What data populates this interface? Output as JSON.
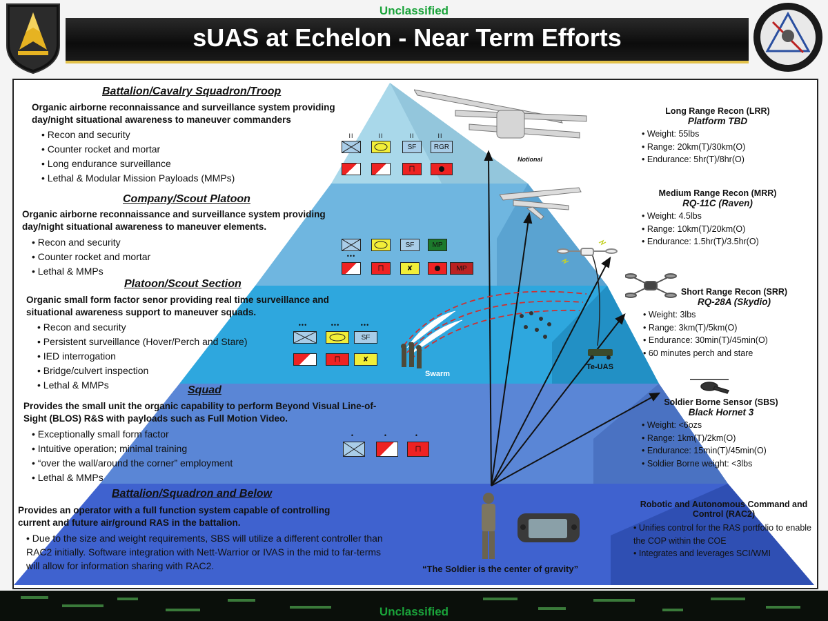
{
  "classification": {
    "top": "Unclassified",
    "bottom": "Unclassified"
  },
  "title": "sUAS at Echelon - Near Term Efforts",
  "tiers": [
    {
      "heading": "Battalion/Cavalry Squadron/Troop",
      "desc": "Organic airborne reconnaissance and surveillance system providing day/night situational awareness to maneuver commanders",
      "bullets": [
        "Recon and security",
        "Counter rocket and mortar",
        "Long endurance surveillance",
        "Lethal & Modular Mission Payloads (MMPs)"
      ]
    },
    {
      "heading": "Company/Scout Platoon",
      "desc": "Organic airborne reconnaissance and surveillance system providing day/night situational awareness to maneuver elements.",
      "bullets": [
        "Recon and security",
        "Counter rocket and mortar",
        "Lethal & MMPs"
      ]
    },
    {
      "heading": "Platoon/Scout Section",
      "desc": "Organic small form factor senor providing real time surveillance and situational awareness support to maneuver squads.",
      "bullets": [
        "Recon and security",
        "Persistent surveillance (Hover/Perch and Stare)",
        "IED interrogation",
        "Bridge/culvert inspection",
        "Lethal & MMPs"
      ]
    },
    {
      "heading": "Squad",
      "desc": "Provides the small unit the organic capability to perform Beyond Visual Line-of-Sight (BLOS) R&S with payloads such as Full Motion Video.",
      "bullets": [
        "Exceptionally small form factor",
        "Intuitive operation; minimal training",
        "“over the wall/around the corner” employment",
        "Lethal & MMPs"
      ]
    },
    {
      "heading": "Battalion/Squadron and Below",
      "desc": "Provides an operator with a full function system capable of controlling current and future air/ground RAS in the battalion.",
      "bullets": [
        "Due to the size and weight requirements, SBS will utilize a different controller than RAC2 initially.  Software integration with Nett-Warrior or IVAS in the mid to far-terms will allow for information sharing with RAC2."
      ]
    }
  ],
  "systems": [
    {
      "title": "Long Range Recon (LRR)",
      "subtitle": "Platform TBD",
      "bullets": [
        "Weight: 55lbs",
        "Range: 20km(T)/30km(O)",
        "Endurance: 5hr(T)/8hr(O)"
      ]
    },
    {
      "title": "Medium Range Recon (MRR)",
      "subtitle": "RQ-11C (Raven)",
      "bullets": [
        "Weight: 4.5lbs",
        "Range: 10km(T)/20km(O)",
        "Endurance: 1.5hr(T)/3.5hr(O)"
      ]
    },
    {
      "title": "Short Range Recon (SRR)",
      "subtitle": "RQ-28A (Skydio)",
      "bullets": [
        "Weight: 3lbs",
        "Range: 3km(T)/5km(O)",
        "Endurance: 30min(T)/45min(O)",
        "60 minutes perch and stare"
      ]
    },
    {
      "title": "Soldier Borne Sensor (SBS)",
      "subtitle": "Black Hornet 3",
      "bullets": [
        "Weight: <6ozs",
        "Range: 1km(T)/2km(O)",
        "Endurance: 15min(T)/45min(O)",
        "Soldier Borne weight: <3lbs"
      ]
    },
    {
      "title": "Robotic and Autonomous Command and Control (RAC2)",
      "subtitle": "",
      "bullets": [
        "Unifies control for the RAS portfolio to enable the COP within the COE",
        "Integrates and leverages SCI/WMI"
      ]
    }
  ],
  "labels": {
    "notional": "Notional",
    "swarm": "Swarm",
    "teuas": "Te-UAS",
    "quote": "“The Soldier is the center of gravity”"
  },
  "symbols": {
    "sf": "SF",
    "rgr": "RGR",
    "mp": "MP",
    "mp2": "MP"
  },
  "colors": {
    "tier1": "#a9d8ea",
    "tier2": "#6fb6e0",
    "tier3": "#2ea7de",
    "tier4": "#5a86d6",
    "tier5": "#3f62cf",
    "banner_accent": "#e2c14a"
  }
}
